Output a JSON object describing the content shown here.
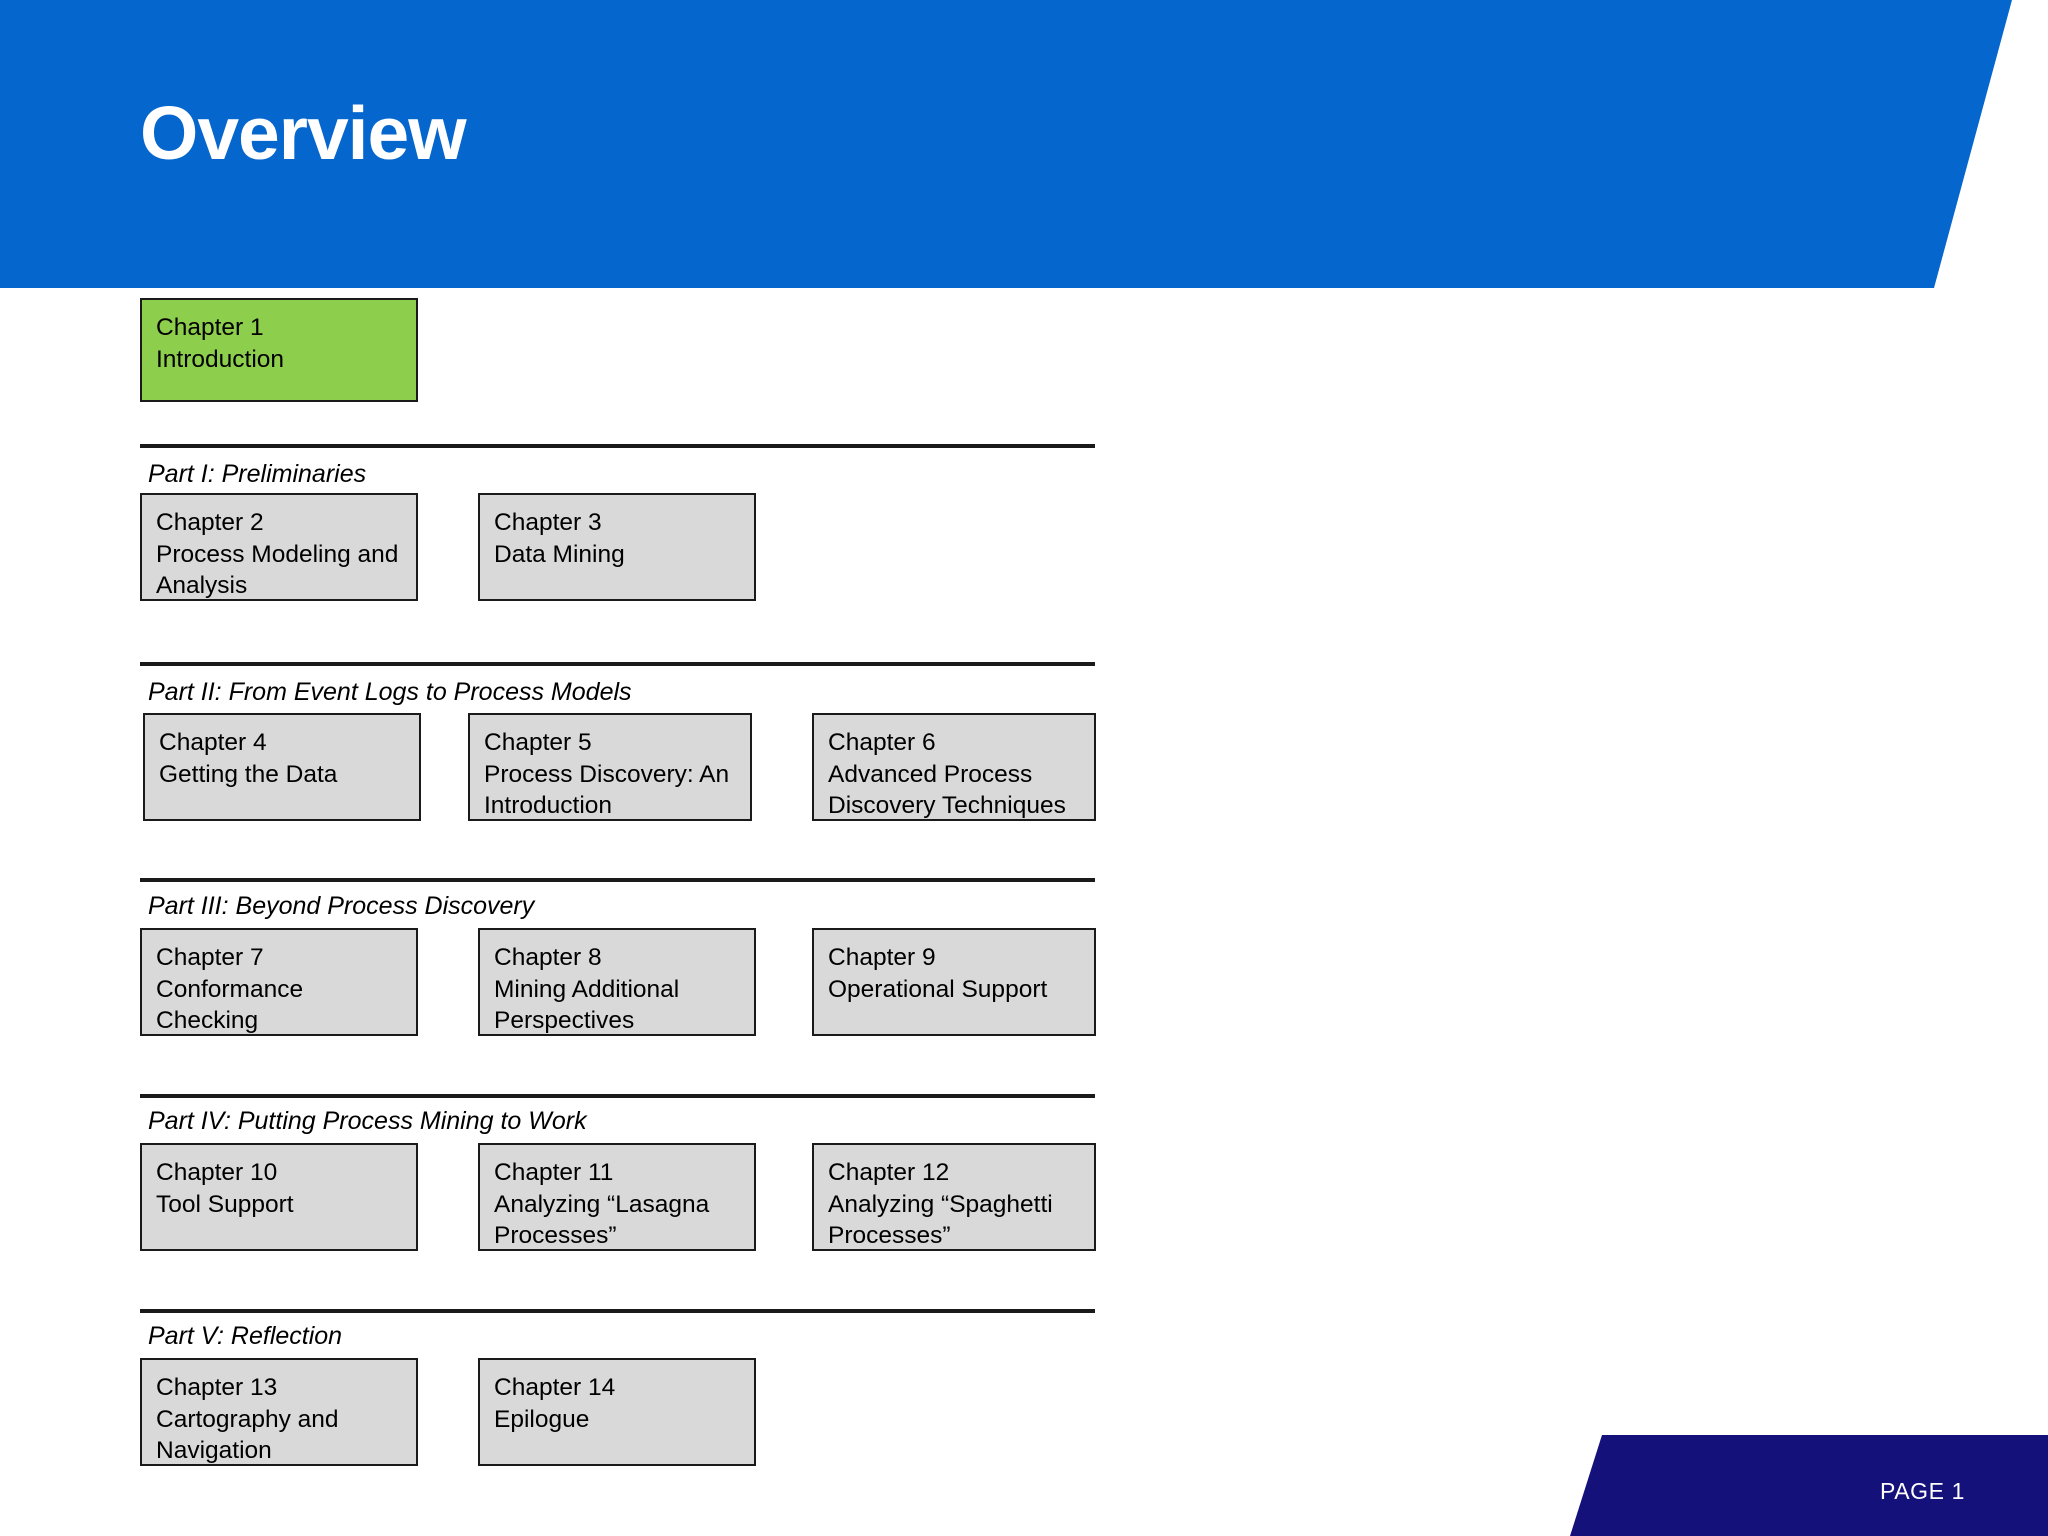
{
  "slide": {
    "title": "Overview",
    "colors": {
      "header_blue": "#0566ce",
      "current_green": "#8ece4d",
      "box_gray": "#d9d9d9",
      "box_border": "#1a1a1a",
      "footer_navy": "#15117a"
    }
  },
  "current_chapter": {
    "number_label": "Chapter 1",
    "title": "Introduction"
  },
  "parts": [
    {
      "label": "Part I: Preliminaries",
      "chapters": [
        {
          "number_label": "Chapter 2",
          "lines": [
            "Process Modeling and",
            "Analysis"
          ]
        },
        {
          "number_label": "Chapter 3",
          "lines": [
            "Data Mining"
          ]
        }
      ]
    },
    {
      "label": "Part II: From Event Logs to Process Models",
      "chapters": [
        {
          "number_label": "Chapter 4",
          "lines": [
            "Getting the Data"
          ]
        },
        {
          "number_label": "Chapter 5",
          "lines": [
            "Process Discovery: An",
            "Introduction"
          ]
        },
        {
          "number_label": "Chapter 6",
          "lines": [
            "Advanced Process",
            "Discovery Techniques"
          ]
        }
      ]
    },
    {
      "label": "Part III: Beyond Process Discovery",
      "chapters": [
        {
          "number_label": "Chapter 7",
          "lines": [
            "Conformance",
            "Checking"
          ]
        },
        {
          "number_label": "Chapter 8",
          "lines": [
            "Mining Additional",
            "Perspectives"
          ]
        },
        {
          "number_label": "Chapter 9",
          "lines": [
            "Operational Support"
          ]
        }
      ]
    },
    {
      "label": "Part IV: Putting Process Mining to Work",
      "chapters": [
        {
          "number_label": "Chapter 10",
          "lines": [
            "Tool Support"
          ]
        },
        {
          "number_label": "Chapter 11",
          "lines": [
            "Analyzing “Lasagna",
            "Processes”"
          ]
        },
        {
          "number_label": "Chapter 12",
          "lines": [
            "Analyzing “Spaghetti",
            "Processes”"
          ]
        }
      ]
    },
    {
      "label": "Part V: Reflection",
      "chapters": [
        {
          "number_label": "Chapter 13",
          "lines": [
            "Cartography and",
            "Navigation"
          ]
        },
        {
          "number_label": "Chapter 14",
          "lines": [
            "Epilogue"
          ]
        }
      ]
    }
  ],
  "footer": {
    "page_label": "PAGE 1"
  }
}
